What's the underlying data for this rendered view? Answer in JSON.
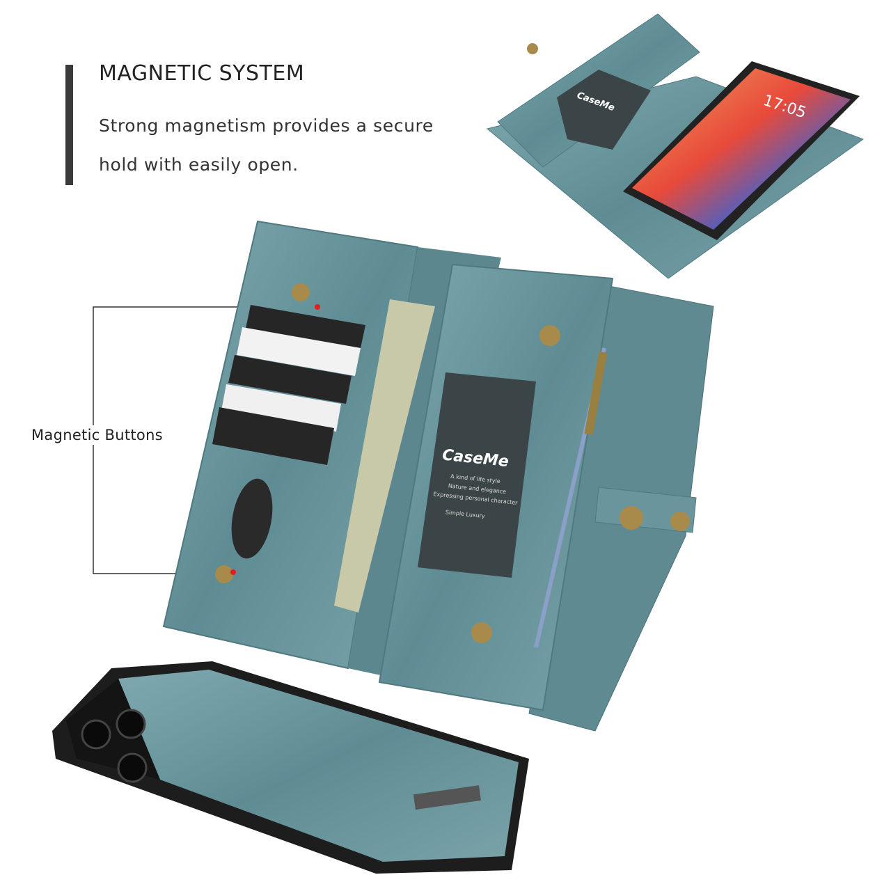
{
  "feature": {
    "title": "MAGNETIC SYSTEM",
    "body_lines": [
      "Strong magnetism provides a secure",
      "hold with easily open."
    ]
  },
  "callout": {
    "label": "Magnetic Buttons"
  },
  "product": {
    "brand": "CaseMe",
    "tagline_lines": [
      "A kind of life style",
      "Nature and elegance",
      "Expressing personal character",
      "Simple  Luxury"
    ],
    "phone_time": "17:05"
  },
  "colors": {
    "leather": "#6f9ba2",
    "leather_dark": "#4f7880",
    "accent_dot": "#e02020",
    "text": "#222222"
  }
}
